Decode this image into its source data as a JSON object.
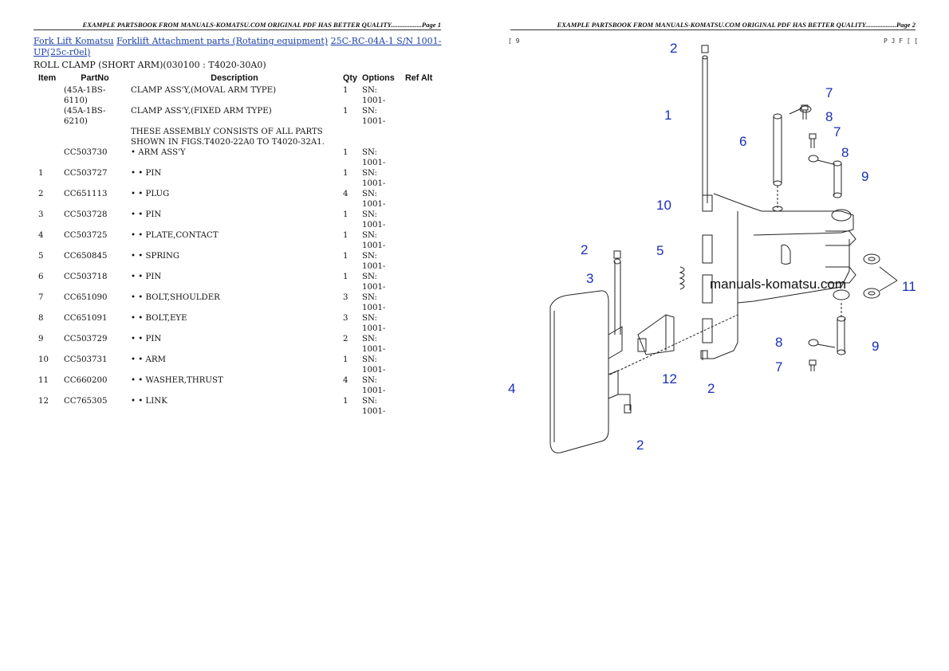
{
  "banner": {
    "page1": "EXAMPLE PARTSBOOK FROM MANUALS-KOMATSU.COM ORIGINAL PDF HAS BETTER QUALITY..................Page 1",
    "page2": "EXAMPLE PARTSBOOK FROM MANUALS-KOMATSU.COM ORIGINAL PDF HAS BETTER QUALITY..................Page 2"
  },
  "breadcrumb": {
    "link1": "Fork Lift Komatsu",
    "link2": "Forklift Attachment parts (Rotating equipment)",
    "link3": "25C-RC-04A-1 S/N 1001-UP(25c-r0el)"
  },
  "subtitle": "ROLL CLAMP (SHORT ARM)(030100 : T4020-30A0)",
  "table": {
    "headers": [
      "Item",
      "PartNo",
      "Description",
      "Qty",
      "Options",
      "Ref Alt"
    ],
    "rows": [
      {
        "item": "",
        "part": "(45A-1BS-6110)",
        "desc": "CLAMP ASS'Y,(MOVAL ARM TYPE)",
        "qty": "1",
        "opt": "SN: 1001-"
      },
      {
        "item": "",
        "part": "(45A-1BS-6210)",
        "desc": "CLAMP ASS'Y,(FIXED ARM TYPE)",
        "qty": "1",
        "opt": "SN: 1001-"
      },
      {
        "item": "",
        "part": "",
        "desc": "THESE ASSEMBLY CONSISTS OF ALL PARTS SHOWN IN FIGS.T4020-22A0 TO T4020-32A1.",
        "qty": "",
        "opt": ""
      },
      {
        "item": "",
        "part": "CC503730",
        "desc": "• ARM ASS'Y",
        "qty": "1",
        "opt": "SN: 1001-"
      },
      {
        "item": "1",
        "part": "CC503727",
        "desc": "• • PIN",
        "qty": "1",
        "opt": "SN: 1001-"
      },
      {
        "item": "2",
        "part": "CC651113",
        "desc": "• • PLUG",
        "qty": "4",
        "opt": "SN: 1001-"
      },
      {
        "item": "3",
        "part": "CC503728",
        "desc": "• • PIN",
        "qty": "1",
        "opt": "SN: 1001-"
      },
      {
        "item": "4",
        "part": "CC503725",
        "desc": "• • PLATE,CONTACT",
        "qty": "1",
        "opt": "SN: 1001-"
      },
      {
        "item": "5",
        "part": "CC650845",
        "desc": "• • SPRING",
        "qty": "1",
        "opt": "SN: 1001-"
      },
      {
        "item": "6",
        "part": "CC503718",
        "desc": "• • PIN",
        "qty": "1",
        "opt": "SN: 1001-"
      },
      {
        "item": "7",
        "part": "CC651090",
        "desc": "• • BOLT,SHOULDER",
        "qty": "3",
        "opt": "SN: 1001-"
      },
      {
        "item": "8",
        "part": "CC651091",
        "desc": "• • BOLT,EYE",
        "qty": "3",
        "opt": "SN: 1001-"
      },
      {
        "item": "9",
        "part": "CC503729",
        "desc": "• • PIN",
        "qty": "2",
        "opt": "SN: 1001-"
      },
      {
        "item": "10",
        "part": "CC503731",
        "desc": "• • ARM",
        "qty": "1",
        "opt": "SN: 1001-"
      },
      {
        "item": "11",
        "part": "CC660200",
        "desc": "• • WASHER,THRUST",
        "qty": "4",
        "opt": "SN: 1001-"
      },
      {
        "item": "12",
        "part": "CC765305",
        "desc": "• • LINK",
        "qty": "1",
        "opt": "SN: 1001-"
      }
    ]
  },
  "diagram": {
    "mark_left": "[ 9",
    "mark_right": "P J F [ [",
    "watermark": "manuals-komatsu.com",
    "callouts": [
      "2",
      "1",
      "7",
      "8",
      "6",
      "7",
      "8",
      "9",
      "10",
      "2",
      "5",
      "3",
      "11",
      "4",
      "12",
      "2",
      "8",
      "9",
      "7",
      "2"
    ]
  }
}
